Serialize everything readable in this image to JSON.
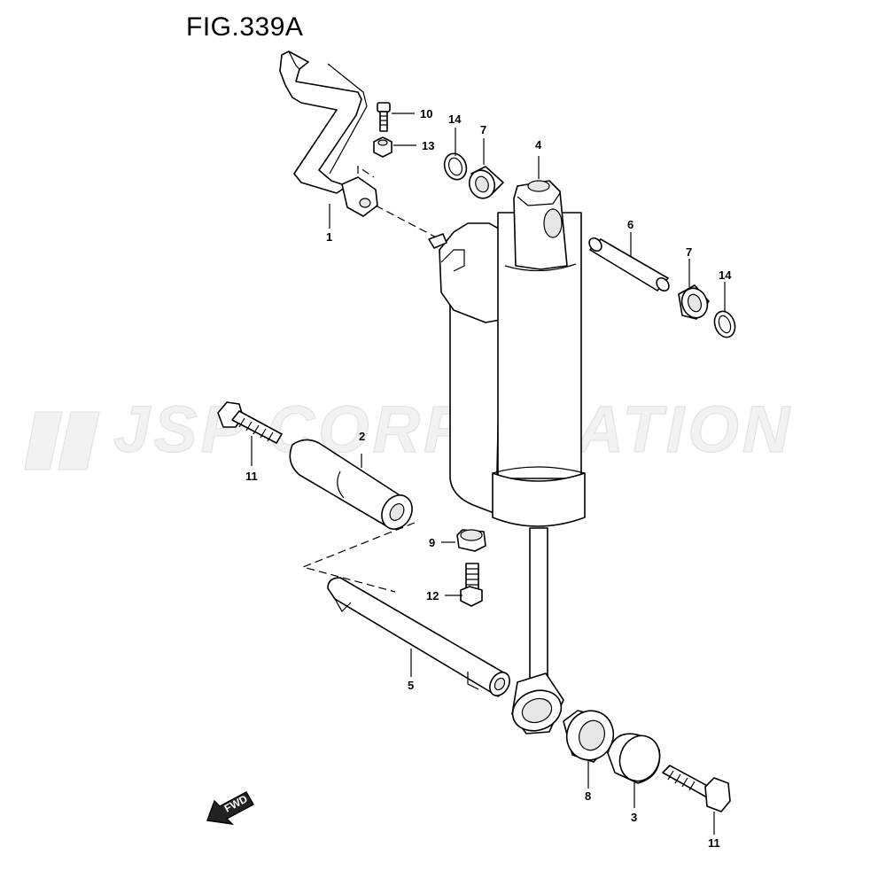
{
  "figure": {
    "title": "FIG.339A"
  },
  "watermark": {
    "text": "JSP CORPORATION"
  },
  "direction_marker": {
    "text": "FWD"
  },
  "callouts": [
    {
      "id": "1",
      "label": "1"
    },
    {
      "id": "2",
      "label": "2"
    },
    {
      "id": "3",
      "label": "3"
    },
    {
      "id": "4",
      "label": "4"
    },
    {
      "id": "5",
      "label": "5"
    },
    {
      "id": "6",
      "label": "6"
    },
    {
      "id": "7a",
      "label": "7"
    },
    {
      "id": "7b",
      "label": "7"
    },
    {
      "id": "8",
      "label": "8"
    },
    {
      "id": "9",
      "label": "9"
    },
    {
      "id": "10",
      "label": "10"
    },
    {
      "id": "11a",
      "label": "11"
    },
    {
      "id": "11b",
      "label": "11"
    },
    {
      "id": "12",
      "label": "12"
    },
    {
      "id": "13",
      "label": "13"
    },
    {
      "id": "14a",
      "label": "14"
    },
    {
      "id": "14b",
      "label": "14"
    }
  ]
}
